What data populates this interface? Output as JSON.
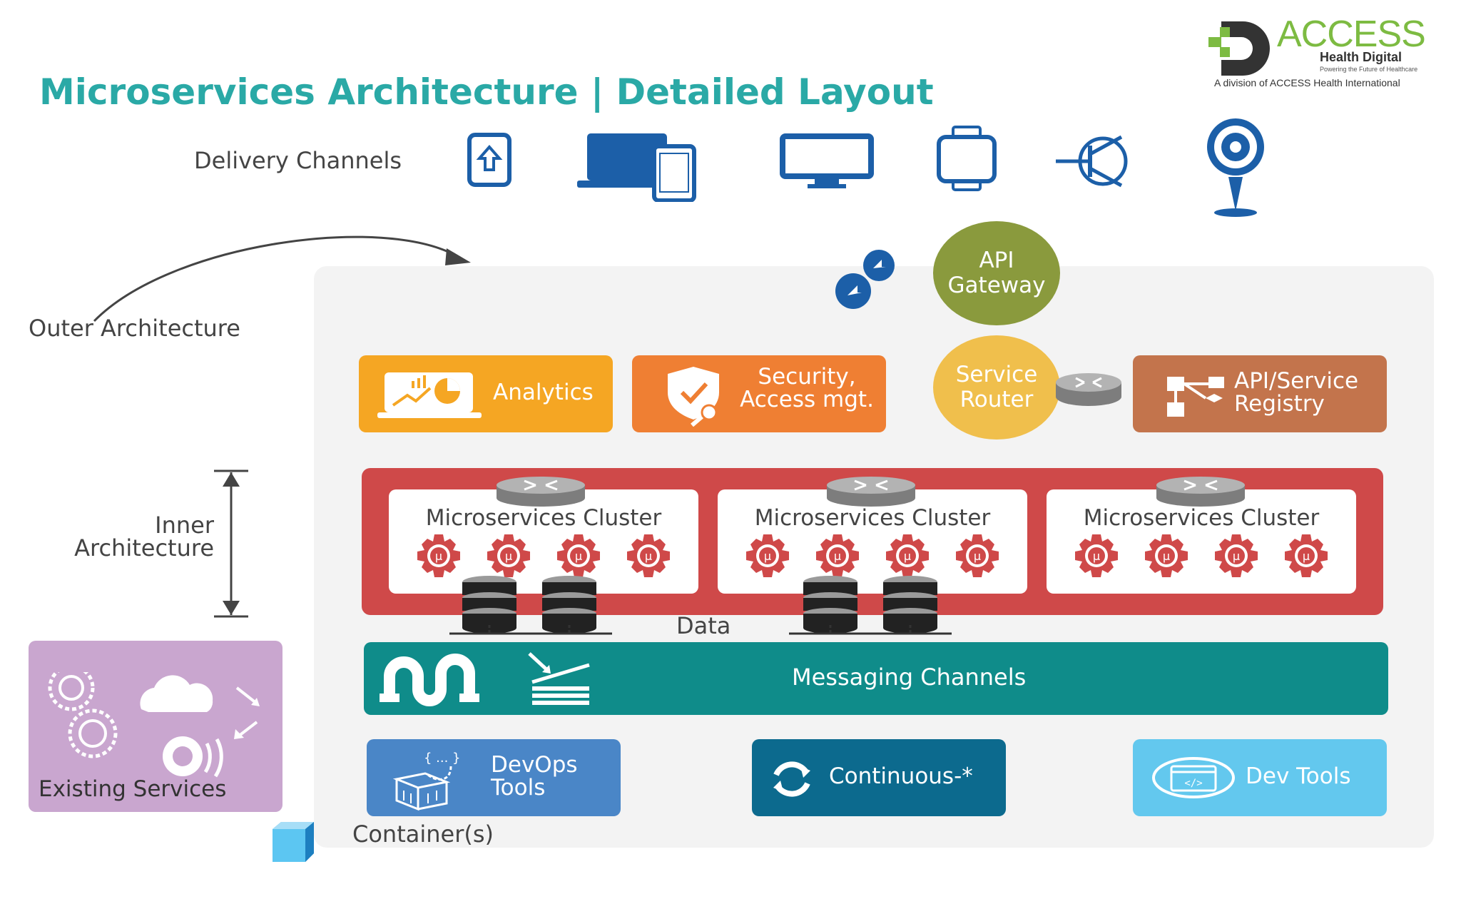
{
  "header": {
    "title": "Microservices Architecture | Detailed Layout",
    "brand": {
      "name": "ACCESS",
      "sub": "Health Digital",
      "tagline": "Powering the Future of Healthcare",
      "division": "A division of ACCESS Health International"
    }
  },
  "labels": {
    "delivery_channels": "Delivery Channels",
    "outer_architecture": "Outer Architecture",
    "inner_architecture_line1": "Inner",
    "inner_architecture_line2": "Architecture",
    "existing_services": "Existing Services",
    "container": "Container(s)",
    "data": "Data"
  },
  "delivery_icons": [
    "mobile-app-icon",
    "laptop-tablet-icon",
    "desktop-monitor-icon",
    "smartwatch-icon",
    "transistor-iot-icon",
    "location-pin-icon"
  ],
  "gateway": {
    "line1": "API",
    "line2": "Gateway"
  },
  "tiles": {
    "analytics": "Analytics",
    "security_line1": "Security,",
    "security_line2": "Access mgt.",
    "router_line1": "Service",
    "router_line2": "Router",
    "registry_line1": "API/Service",
    "registry_line2": "Registry"
  },
  "clusters": [
    {
      "title": "Microservices Cluster"
    },
    {
      "title": "Microservices Cluster"
    },
    {
      "title": "Microservices Cluster"
    }
  ],
  "gear_symbol": "μ",
  "messaging": "Messaging Channels",
  "bottom": {
    "devops_line1": "DevOps",
    "devops_line2": "Tools",
    "continuous": "Continuous-*",
    "devtools": "Dev Tools"
  },
  "colors": {
    "title": "#2aa9a6",
    "icon_blue": "#1c5fa8",
    "analytics": "#f5a623",
    "security": "#ef7f33",
    "router": "#f0bf4c",
    "registry": "#c3744c",
    "gateway": "#8a9a3d",
    "cluster_band": "#cf4949",
    "messaging": "#0f8c8a",
    "devops": "#4a86c7",
    "continuous": "#0c6a8e",
    "devtools": "#63c8ee",
    "existing": "#c9a6cf"
  }
}
